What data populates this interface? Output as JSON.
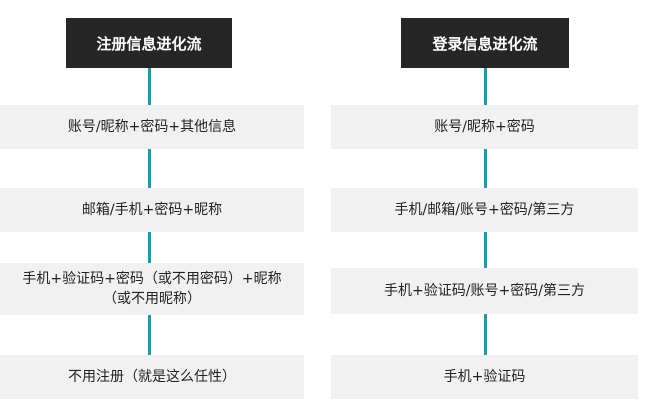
{
  "register_flow": {
    "title": "注册信息进化流",
    "steps": [
      {
        "line1": "账号/昵称+密码+其他信息",
        "line2": ""
      },
      {
        "line1": "邮箱/手机+密码+昵称",
        "line2": ""
      },
      {
        "line1": "手机+验证码+密码（或不用密码）+昵称",
        "line2": "（或不用昵称）"
      },
      {
        "line1": "不用注册（就是这么任性）",
        "line2": ""
      }
    ]
  },
  "login_flow": {
    "title": "登录信息进化流",
    "steps": [
      {
        "line1": "账号/昵称+密码"
      },
      {
        "line1": "手机/邮箱/账号+密码/第三方"
      },
      {
        "line1": "手机+验证码/账号+密码/第三方"
      },
      {
        "line1": "手机+验证码"
      }
    ]
  },
  "colors": {
    "header_bg": "#262626",
    "header_text": "#ffffff",
    "step_bg": "#f1f1f1",
    "connector": "#2a95a8"
  }
}
